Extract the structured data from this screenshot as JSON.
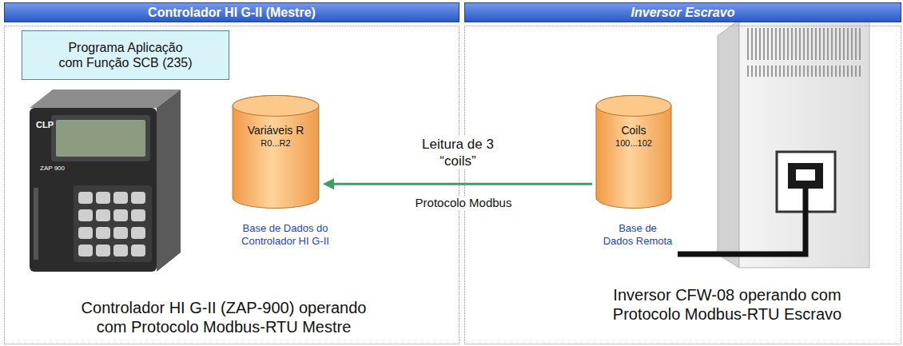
{
  "diagram": {
    "nodes": [
      {
        "text": [
          "Controlador HI G-II (Mestre)"
        ]
      },
      {
        "text": [
          "Programa Aplicação com Função SCB (235)"
        ],
        "in": 0
      },
      {
        "text": [
          "Variáveis R",
          "R0...R2"
        ],
        "in": 0
      },
      {
        "text": [
          "Inversor Escravo"
        ]
      },
      {
        "text": [
          "Coils",
          "100...102"
        ],
        "in": 3
      }
    ],
    "edges": [
      {
        "from": 4,
        "to": 2,
        "arrow": "to",
        "label": "Leitura de 3 “coils”"
      }
    ],
    "labels": [
      "CLP",
      "ZAP 900",
      "Base de Dados do Controlador HI G-II",
      "Protocolo Modbus",
      "Base de Dados Remota",
      "Controlador HI G-II (ZAP-900) operando com Protocolo Modbus-RTU Mestre",
      "Inversor CFW-08 operando com Protocolo Modbus-RTU Escravo"
    ]
  }
}
